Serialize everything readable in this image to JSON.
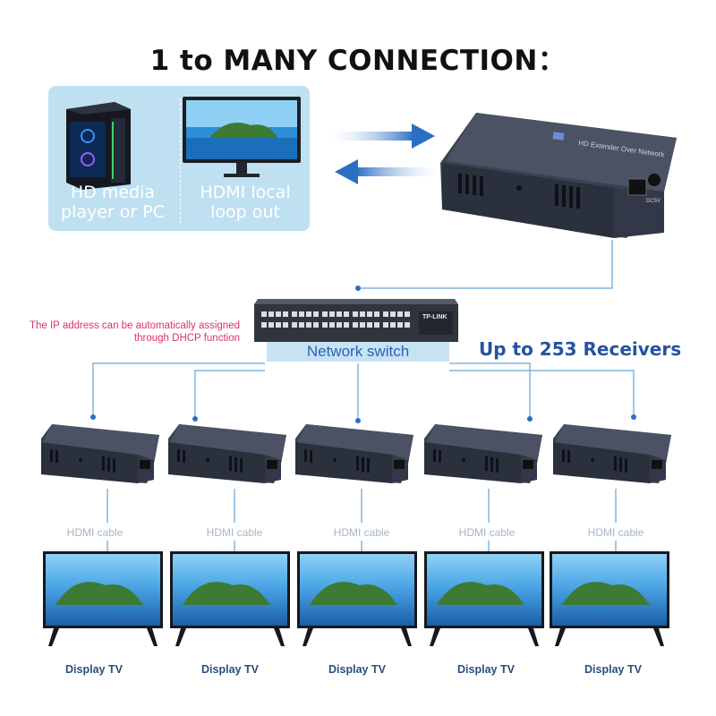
{
  "title": "1 to MANY CONNECTION：",
  "source_panel": {
    "pc_label": "HD media player or PC",
    "loop_label": "HDMI local loop out"
  },
  "transmitter": {
    "product_text": "HD Extender Over Network",
    "power_port": "DC5V"
  },
  "ip_note": "The IP address can be automatically assigned through DHCP function",
  "switch": {
    "label": "Network switch",
    "brand": "TP-LINK"
  },
  "receivers_label": "Up to 253 Receivers",
  "receivers": [
    {
      "hdmi_label": "HDMI cable",
      "tv_label": "Display TV"
    },
    {
      "hdmi_label": "HDMI cable",
      "tv_label": "Display TV"
    },
    {
      "hdmi_label": "HDMI cable",
      "tv_label": "Display TV"
    },
    {
      "hdmi_label": "HDMI cable",
      "tv_label": "Display TV"
    },
    {
      "hdmi_label": "HDMI cable",
      "tv_label": "Display TV"
    }
  ],
  "colors": {
    "accent_blue": "#2b6fc4",
    "panel_blue": "#bfe0f1",
    "line_blue": "#7fb6e0",
    "device_body": "#3a4150",
    "note_pink": "#e0306a"
  }
}
